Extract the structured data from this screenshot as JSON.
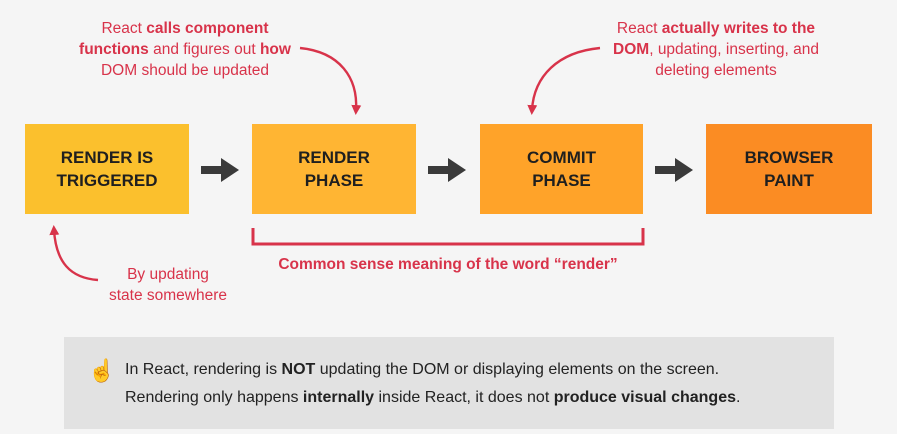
{
  "boxes": [
    {
      "line1": "RENDER IS",
      "line2": "TRIGGERED"
    },
    {
      "line1": "RENDER",
      "line2": "PHASE"
    },
    {
      "line1": "COMMIT",
      "line2": "PHASE"
    },
    {
      "line1": "BROWSER",
      "line2": "PAINT"
    }
  ],
  "notes": {
    "render_phase": {
      "line1_a": "React ",
      "line1_b": "calls component",
      "line2_a": "functions",
      "line2_b": " and figures out ",
      "line2_c": "how",
      "line3": "DOM should be updated"
    },
    "commit_phase": {
      "line1_a": "React ",
      "line1_b": "actually writes to the",
      "line2_a": "DOM",
      "line2_b": ", updating, inserting, and",
      "line3": "deleting elements"
    },
    "trigger": {
      "line1": "By updating",
      "line2": "state somewhere"
    },
    "bracket_label": "Common sense meaning of the word “render”"
  },
  "info": {
    "icon": "pointing-up-hand-icon",
    "line1_a": "In React, rendering is ",
    "line1_b": "NOT",
    "line1_c": " updating the DOM or displaying elements on the screen.",
    "line2_a": "Rendering only happens ",
    "line2_b": "internally",
    "line2_c": " inside React, it does not ",
    "line2_d": "produce visual changes",
    "line2_e": "."
  },
  "colors": {
    "accent": "#d8334a",
    "arrow": "#3a3a3a"
  }
}
